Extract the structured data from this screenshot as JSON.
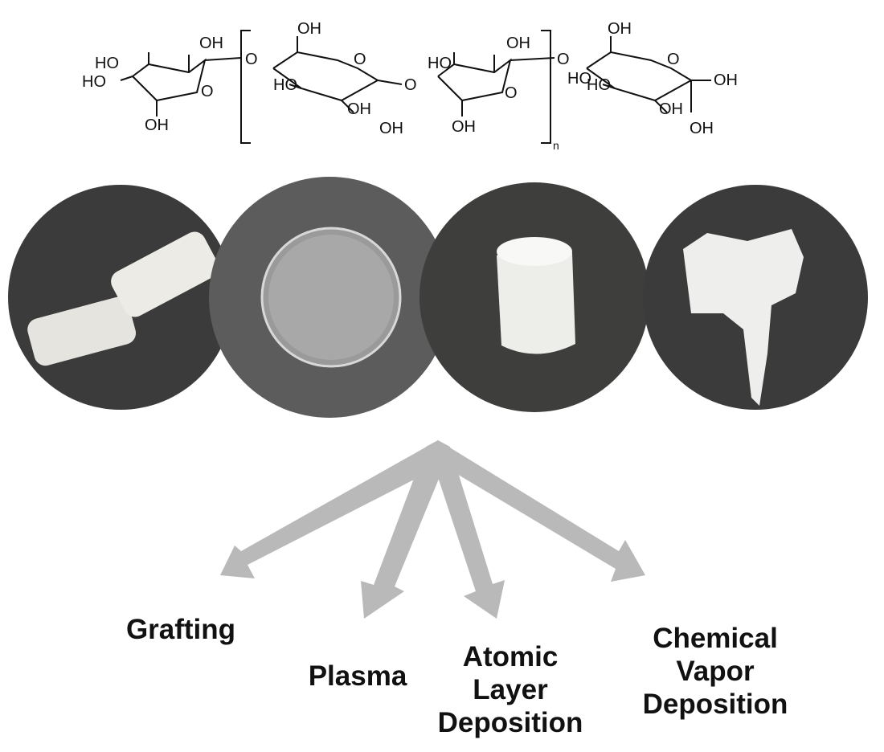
{
  "structure": {
    "atom_labels": [
      "OH",
      "HO",
      "HO",
      "O",
      "OH",
      "O",
      "OH",
      "HO",
      "O",
      "OH",
      "OH",
      "O",
      "HO",
      "OH",
      "O",
      "OH",
      "O",
      "OH",
      "HO",
      "HO",
      "O",
      "OH",
      "OH",
      "OH"
    ],
    "repeat_subscript": "n"
  },
  "samples": [
    {
      "name": "cylinders-sample"
    },
    {
      "name": "transparent-film-sample"
    },
    {
      "name": "aerogel-block-sample"
    },
    {
      "name": "fibrous-tissue-sample"
    }
  ],
  "methods": [
    {
      "label": "Grafting"
    },
    {
      "label": "Plasma"
    },
    {
      "label": "Atomic\nLayer\nDeposition"
    },
    {
      "label": "Chemical\nVapor\nDeposition"
    }
  ],
  "colors": {
    "arrow": "#b9b9b9",
    "dark_background": "#3c3b3b",
    "gray_background": "#5c5c5c",
    "sample_white": "#ebebe8"
  }
}
